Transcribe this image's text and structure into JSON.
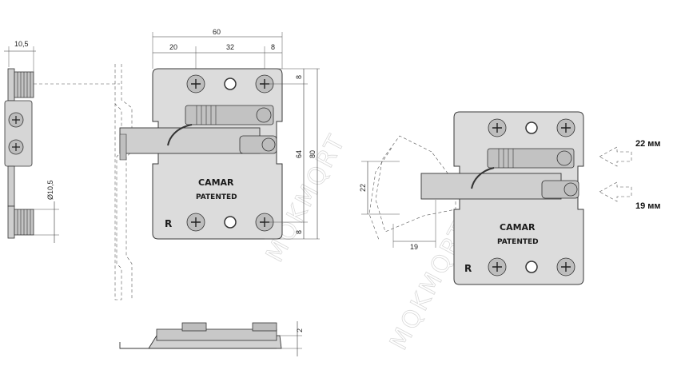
{
  "dimensions": {
    "side_width": "10,5",
    "side_diameter": "Ø10,5",
    "total_width": "60",
    "seg_left": "20",
    "seg_mid": "32",
    "seg_right": "8",
    "top_offset": "8",
    "hole_spacing": "64",
    "total_height": "80",
    "bottom_offset": "8",
    "thickness": "2",
    "adjust_vertical": "22",
    "adjust_horizontal": "19"
  },
  "labels": {
    "brand": "CAMAR",
    "patented": "PATENTED",
    "side_mark": "R",
    "callout_top": "22 мм",
    "callout_bottom": "19 мм"
  },
  "watermark": "MQKMQRT",
  "colors": {
    "plate_fill": "#dcdcdc",
    "line": "#333333",
    "watermark": "#d9d9d9"
  }
}
